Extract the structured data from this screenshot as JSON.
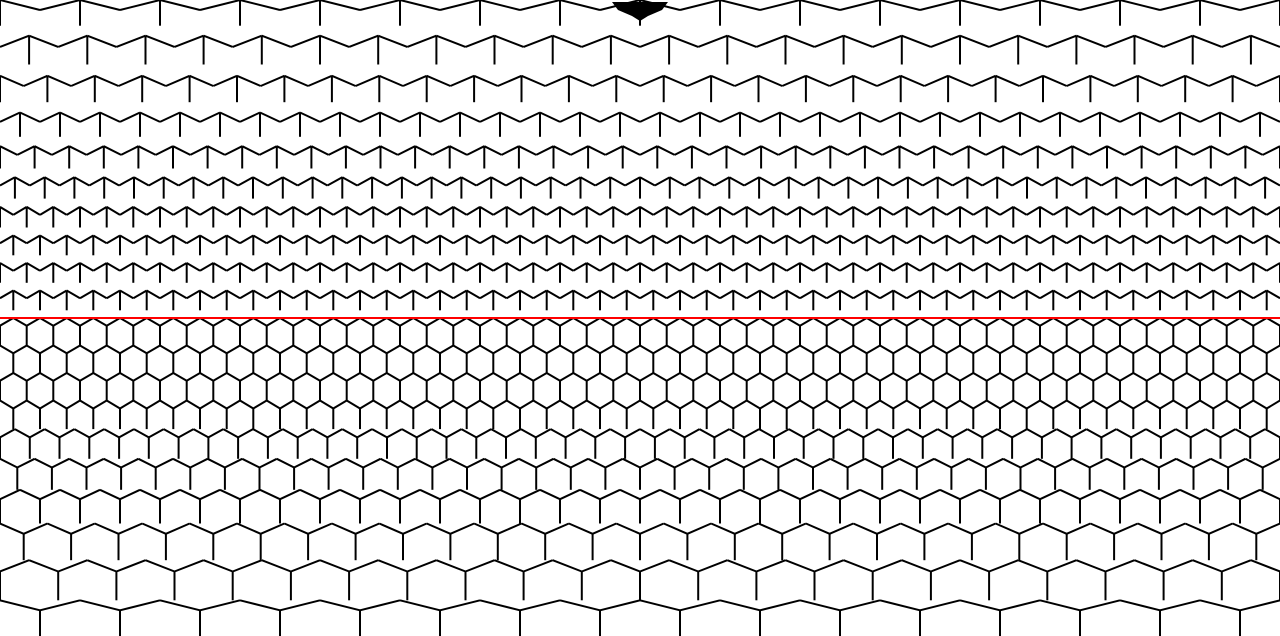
{
  "figure": {
    "description_type": "equirectangular-projection-of-hexagonal-geodesic-grid",
    "background_color": "#ffffff",
    "edge_color": "#000000",
    "equator_color": "#ff0000",
    "pole_marker_color": "#000000",
    "cells_around_equator": 48,
    "pentagon_sectors": 5
  }
}
